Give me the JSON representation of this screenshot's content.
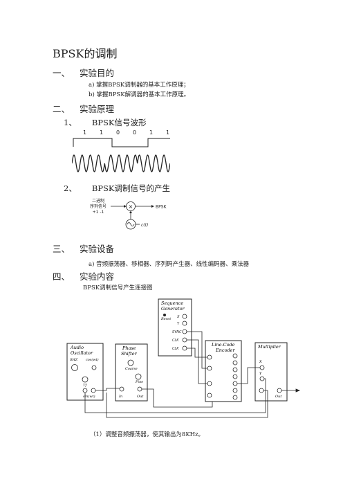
{
  "title": "BPSK的调制",
  "sections": {
    "s1": {
      "num": "一、",
      "label": "实验目的"
    },
    "s2": {
      "num": "二、",
      "label": "实验原理"
    },
    "s3": {
      "num": "三、",
      "label": "实验设备"
    },
    "s4": {
      "num": "四、",
      "label": "实验内容"
    }
  },
  "purpose_items": [
    "a) 掌握BPSK调制器的基本工作原理；",
    "b) 掌握BPSK解调器的基本工作原理。"
  ],
  "principle": {
    "sub1": {
      "num": "1、",
      "label": "BPSK信号波形"
    },
    "sub2": {
      "num": "2、",
      "label": "BPSK调制信号的产生"
    },
    "bits": [
      "1",
      "1",
      "0",
      "0",
      "1",
      "1"
    ],
    "mod_diagram": {
      "input_lines": [
        "二进制",
        "序列信号",
        "+1   -1"
      ],
      "output_label": "BPSK",
      "carrier_label": "c(t)",
      "multiply_symbol": "×"
    }
  },
  "equipment": "a) 音频振荡器、移相器、序列码产生器、线性编码器、乘法器",
  "content": {
    "diagram_title": "BPSK调制信号产生连接图",
    "modules": {
      "audio": {
        "title": "Audio Oscillator",
        "lines": [
          "Audio",
          "Oscillator"
        ],
        "ports": [
          "SHZ",
          "cos(wt)",
          "Tf",
          "sin(wt)"
        ]
      },
      "phase": {
        "title": "Phase Shifter",
        "lines": [
          "Phase",
          "Shifter"
        ],
        "ports": [
          "Coarse",
          "Fine",
          "In",
          "Out"
        ]
      },
      "sequence": {
        "title": "Sequence Generator",
        "lines": [
          "Sequence",
          "Generator"
        ],
        "ports": [
          "Reset",
          "X",
          "Y",
          "SYNC",
          "CLK",
          "CLK"
        ]
      },
      "line_code": {
        "title": "Line-Code Encoder",
        "lines": [
          "Line-Code",
          "Encoder"
        ]
      },
      "multiplier": {
        "title": "Multiplier",
        "lines": [
          "Multiplier"
        ],
        "ports": [
          "X",
          "Y",
          "Out"
        ]
      }
    },
    "step1": "（1）调整音频振荡器，使其输出为8KHz。"
  }
}
